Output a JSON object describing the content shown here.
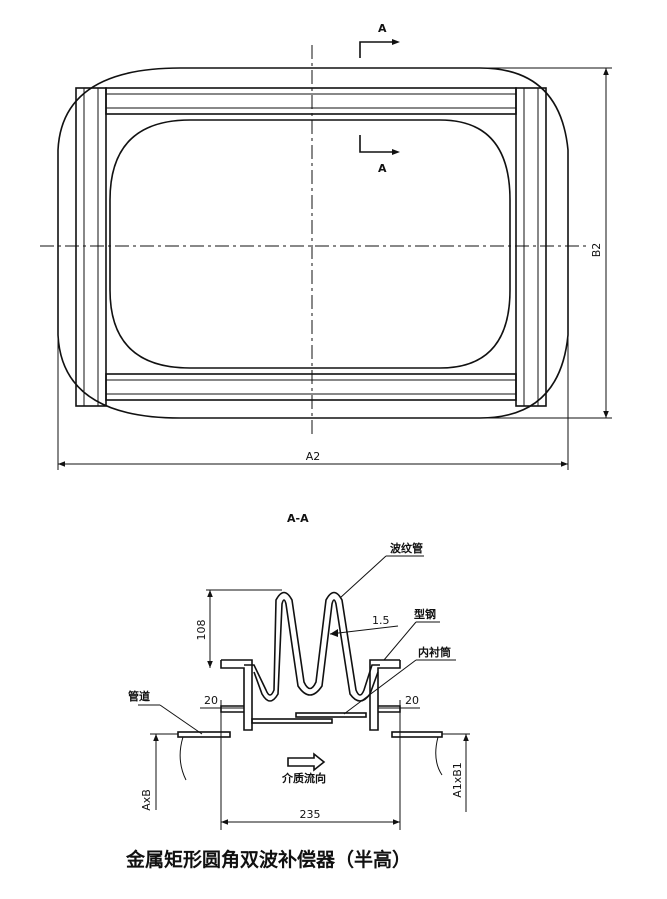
{
  "plan": {
    "section_mark_top": "A",
    "section_mark_bottom": "A",
    "dim_width": "A2",
    "dim_height": "B2"
  },
  "section": {
    "title": "A-A",
    "label_bellows": "波纹管",
    "label_steel": "型钢",
    "label_liner": "内衬筒",
    "label_pipe": "管道",
    "label_flow": "介质流向",
    "dim_height": "108",
    "dim_thickness": "1.5",
    "dim_left_flange": "20",
    "dim_right_flange": "20",
    "dim_length": "235",
    "dim_left_size": "AxB",
    "dim_right_size": "A1xB1"
  },
  "caption": "金属矩形圆角双波补偿器（半高）"
}
